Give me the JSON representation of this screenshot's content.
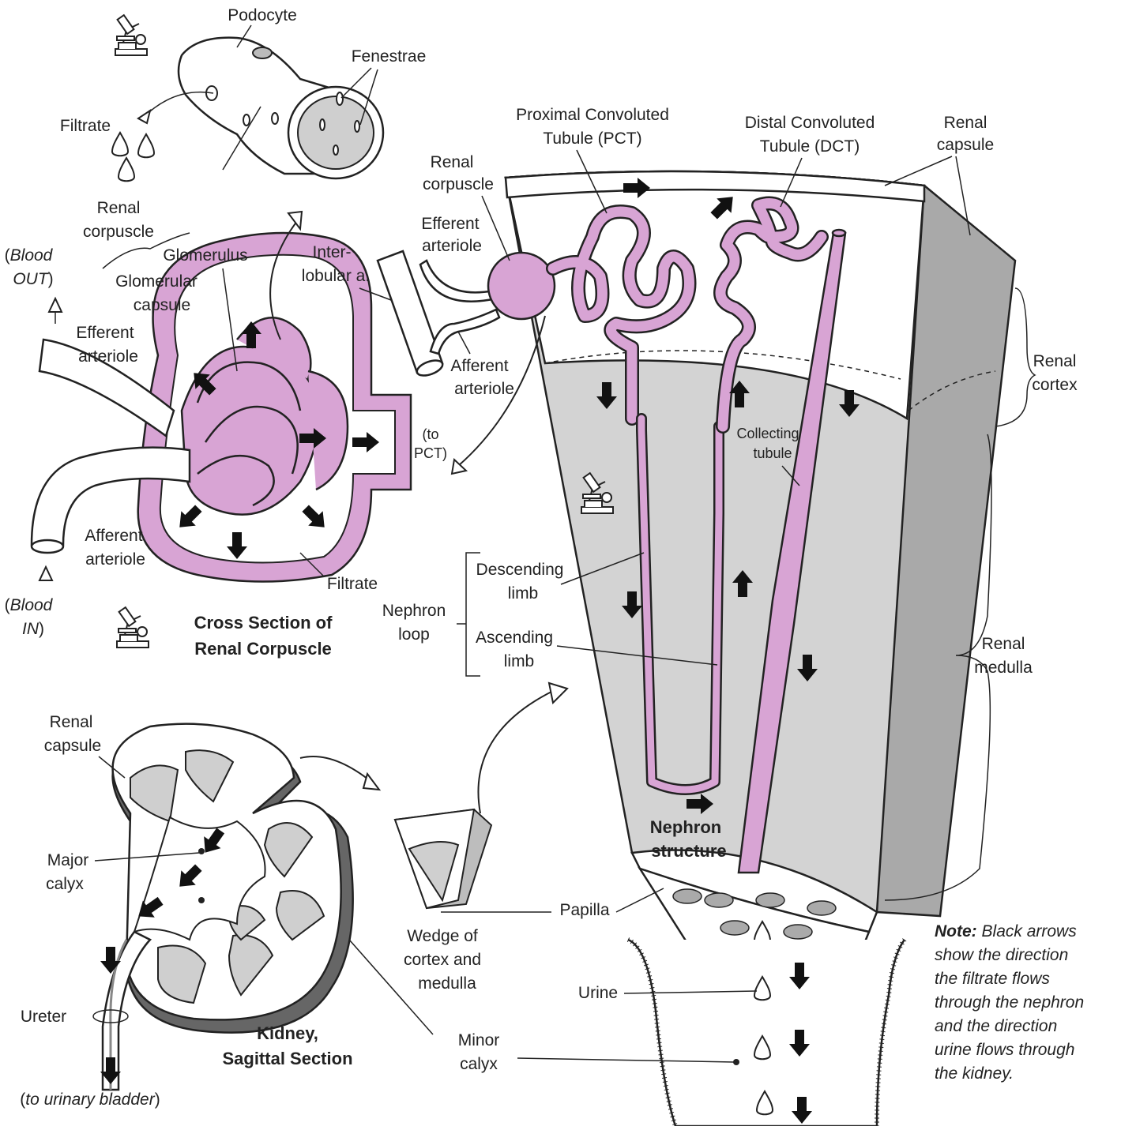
{
  "colors": {
    "nephron_pink": "#d8a4d4",
    "medulla_gray": "#d3d3d3",
    "outline": "#222222",
    "background": "#ffffff"
  },
  "icons": [
    "microscope-icon",
    "black-arrow-icon",
    "white-arrow-icon",
    "droplet-icon"
  ],
  "podocyte_inset": {
    "podocyte": "Podocyte",
    "fenestrae": "Fenestrae",
    "filtrate": "Filtrate"
  },
  "renal_corpuscle_section": {
    "renal_corpuscle": [
      "Renal",
      "corpuscle"
    ],
    "blood_out": [
      "(",
      "Blood",
      "OUT",
      ")"
    ],
    "glomerulus": "Glomerulus",
    "glomerular_capsule": [
      "Glomerular",
      "capsule"
    ],
    "efferent_arteriole": [
      "Efferent",
      "arteriole"
    ],
    "afferent_arteriole": [
      "Afferent",
      "arteriole"
    ],
    "blood_in": [
      "(",
      "Blood",
      "IN",
      ")"
    ],
    "filtrate": "Filtrate",
    "to_pct": [
      "(to",
      "PCT)"
    ],
    "title": [
      "Cross Section of",
      "Renal Corpuscle"
    ]
  },
  "nephron_section": {
    "pct": [
      "Proximal Convoluted",
      "Tubule (PCT)"
    ],
    "dct": [
      "Distal Convoluted",
      "Tubule (DCT)"
    ],
    "renal_capsule": [
      "Renal",
      "capsule"
    ],
    "renal_corpuscle": [
      "Renal",
      "corpuscle"
    ],
    "efferent_arteriole": [
      "Efferent",
      "arteriole"
    ],
    "afferent_arteriole": [
      "Afferent",
      "arteriole"
    ],
    "interlobular": [
      "Inter-",
      "lobular a."
    ],
    "renal_cortex": [
      "Renal",
      "cortex"
    ],
    "collecting_tubule": [
      "Collecting",
      "tubule"
    ],
    "renal_medulla": [
      "Renal",
      "medulla"
    ],
    "descending_limb": [
      "Descending",
      "limb"
    ],
    "ascending_limb": [
      "Ascending",
      "limb"
    ],
    "nephron_loop": [
      "Nephron",
      "loop"
    ],
    "title": [
      "Nephron",
      "structure"
    ],
    "papilla": "Papilla",
    "urine": "Urine",
    "minor_calyx": [
      "Minor",
      "calyx"
    ]
  },
  "kidney_section": {
    "renal_capsule": [
      "Renal",
      "capsule"
    ],
    "major_calyx": [
      "Major",
      "calyx"
    ],
    "ureter": "Ureter",
    "to_bladder": [
      "(",
      "to urinary bladder",
      ")"
    ],
    "wedge": [
      "Wedge of",
      "cortex and",
      "medulla"
    ],
    "title": [
      "Kidney,",
      "Sagittal Section"
    ]
  },
  "note": {
    "heading": "Note:",
    "lines": [
      "Black arrows",
      "show the direction",
      "the filtrate flows",
      "through the nephron",
      "and the direction",
      "urine flows through",
      "the kidney",
      "."
    ]
  }
}
